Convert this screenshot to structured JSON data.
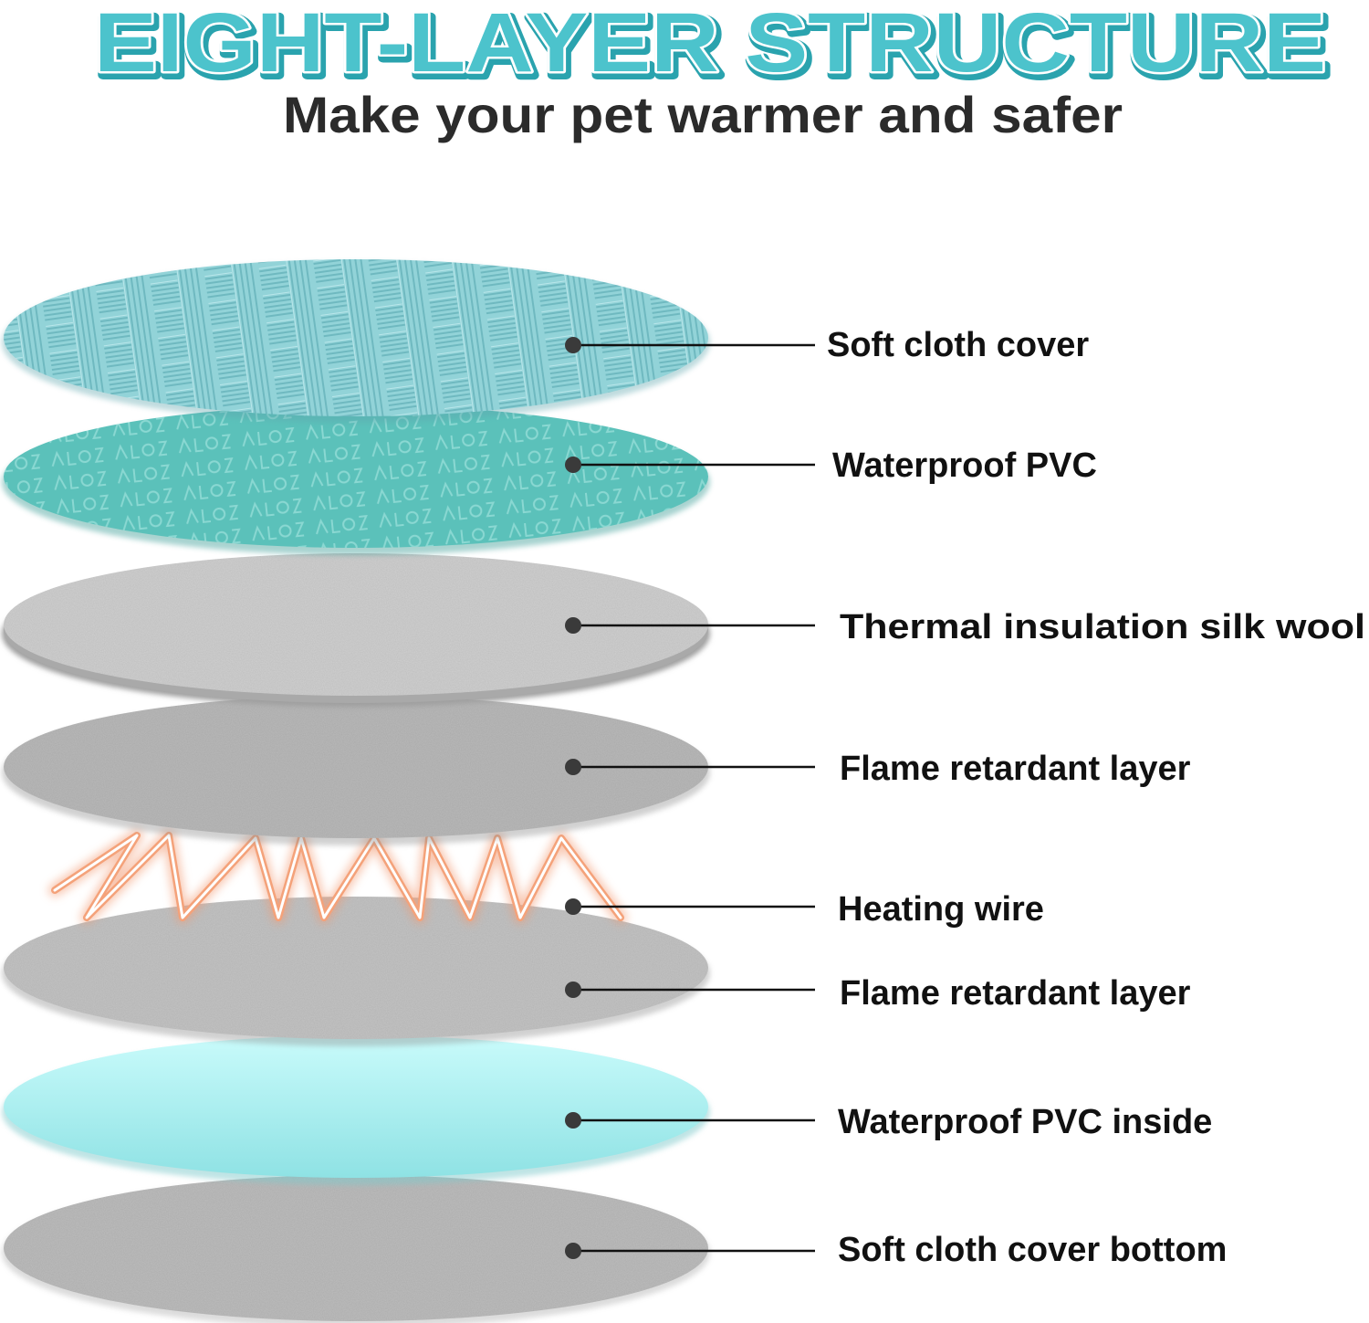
{
  "header": {
    "title": "EIGHT-LAYER STRUCTURE",
    "subtitle": "Make your pet warmer and safer"
  },
  "colors": {
    "title_fill": "#4cc3cc",
    "title_outline": "#ffffff",
    "title_shadow": "#2aa3ae",
    "subtitle": "#2b2b2b",
    "leader_line": "#111111",
    "dot": "#3a3a3a",
    "heating_wire": "#f4a27a",
    "heating_core": "#ffffff"
  },
  "layers": [
    {
      "label": "Soft cloth cover",
      "material": "woven-teal-fabric",
      "color": "#8fd0d6"
    },
    {
      "label": "Waterproof PVC",
      "material": "printed-teal-pvc",
      "color": "#5cc2bb"
    },
    {
      "label": "Thermal insulation silk wool",
      "material": "grey-felt",
      "color": "#cfcfcf"
    },
    {
      "label": "Flame retardant layer",
      "material": "grey-felt",
      "color": "#bdbdbd"
    },
    {
      "label": "Heating wire",
      "material": "heating-wire-coil",
      "color": "#f4a27a"
    },
    {
      "label": "Flame retardant layer",
      "material": "grey-felt",
      "color": "#c2c2c2"
    },
    {
      "label": "Waterproof PVC inside",
      "material": "light-cyan-pvc",
      "color": "#9eeaec"
    },
    {
      "label": "Soft cloth cover bottom",
      "material": "grey-fabric",
      "color": "#b8b8b8"
    }
  ]
}
